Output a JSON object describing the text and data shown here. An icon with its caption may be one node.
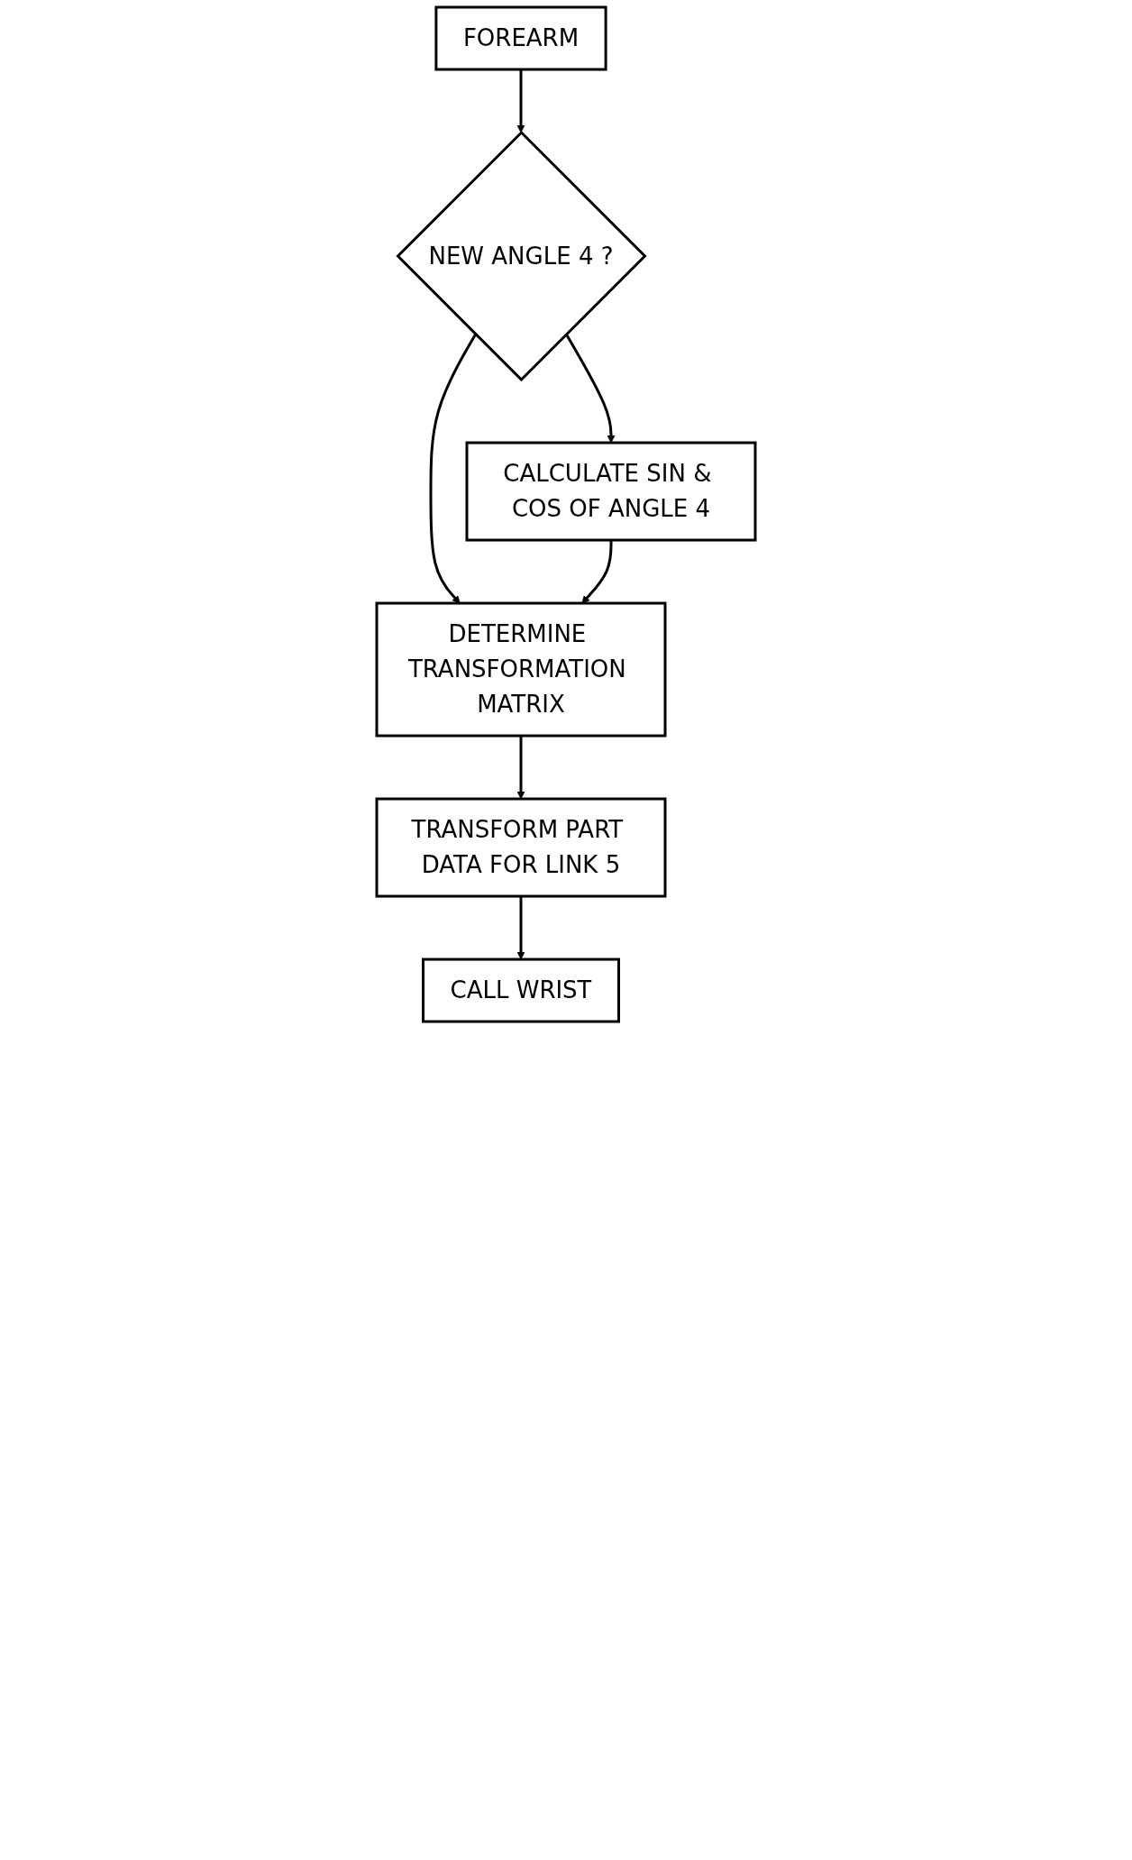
{
  "diagram": {
    "nodes": [
      {
        "text": [
          "FOREARM"
        ]
      },
      {
        "text": [
          "NEW ANGLE 4 ?"
        ]
      },
      {
        "text": [
          "CALCULATE SIN & COS OF ANGLE 4"
        ]
      },
      {
        "text": [
          "DETERMINE TRANSFORMATION MATRIX"
        ]
      },
      {
        "text": [
          "TRANSFORM PART DATA FOR LINK 5"
        ]
      },
      {
        "text": [
          "CALL WRIST"
        ]
      }
    ],
    "edges": [
      {
        "from": 0,
        "to": 1,
        "arrow": "to"
      },
      {
        "from": 1,
        "to": 2,
        "arrow": "to"
      },
      {
        "from": 1,
        "to": 3,
        "arrow": "to"
      },
      {
        "from": 2,
        "to": 3,
        "arrow": "to"
      },
      {
        "from": 3,
        "to": 4,
        "arrow": "to"
      },
      {
        "from": 4,
        "to": 5,
        "arrow": "to"
      }
    ]
  }
}
